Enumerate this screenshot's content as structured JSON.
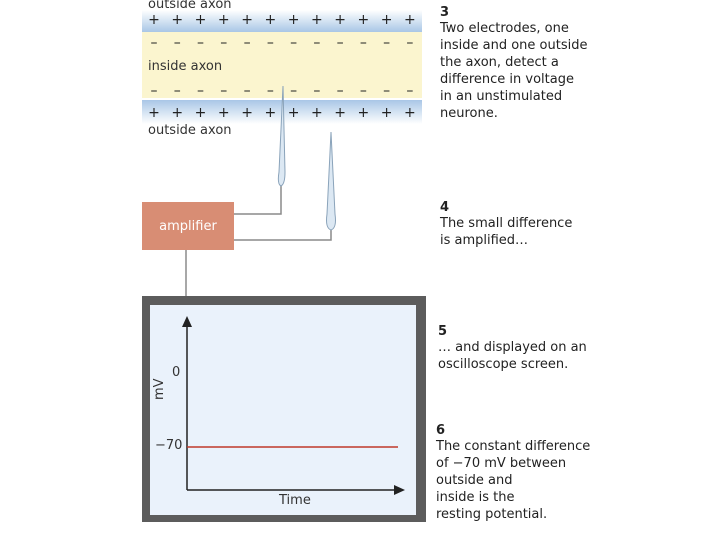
{
  "axon": {
    "outside_top_label": "outside axon",
    "inside_label": "inside axon",
    "outside_bottom_label": "outside axon",
    "plus_signs": [
      "+",
      "+",
      "+",
      "+",
      "+",
      "+",
      "+",
      "+",
      "+",
      "+",
      "+",
      "+"
    ],
    "minus_signs": [
      "–",
      "–",
      "–",
      "–",
      "–",
      "–",
      "–",
      "–",
      "–",
      "–",
      "–",
      "–"
    ],
    "plus_count": 12,
    "minus_count": 12
  },
  "amplifier": {
    "label": "amplifier"
  },
  "oscilloscope": {
    "y_axis_label": "mV",
    "x_axis_label": "Time",
    "tick_zero": "0",
    "tick_minus70": "−70",
    "trace_color": "#c0392b"
  },
  "steps": [
    {
      "number": "3",
      "text": "Two electrodes, one\ninside and one outside\nthe axon, detect a\ndifference in voltage\nin an unstimulated\nneurone."
    },
    {
      "number": "4",
      "text": "The small difference\nis amplified…"
    },
    {
      "number": "5",
      "text": "… and displayed on an\noscilloscope screen."
    },
    {
      "number": "6",
      "text": "The constant difference\nof −70 mV between\noutside and\ninside is the\nresting potential."
    }
  ]
}
